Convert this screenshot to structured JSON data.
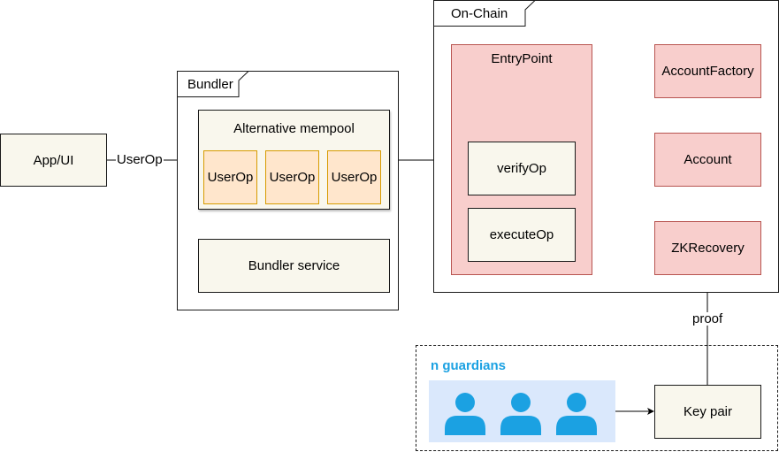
{
  "colors": {
    "stroke": "#1a1a1a",
    "cream": "#f9f7ed",
    "userop_fill": "#ffe6cc",
    "userop_border": "#d79b00",
    "onchain_fill": "#f8cecc",
    "onchain_border": "#b85450",
    "guardian_panel": "#dae8fc",
    "guardian_icon": "#1ba1e2",
    "guardian_title": "#1ba1e2"
  },
  "app": {
    "label": "App/UI"
  },
  "edges": {
    "app_to_bundler": "UserOp",
    "proof": "proof"
  },
  "bundler": {
    "title": "Bundler",
    "mempool": {
      "title": "Alternative mempool",
      "userops": [
        "UserOp",
        "UserOp",
        "UserOp"
      ]
    },
    "service": "Bundler service"
  },
  "onchain": {
    "title": "On-Chain",
    "entrypoint": {
      "title": "EntryPoint",
      "verify": "verifyOp",
      "execute": "executeOp"
    },
    "account_factory": "AccountFactory",
    "account": "Account",
    "zk_recovery": "ZKRecovery"
  },
  "guardians": {
    "title": "n guardians",
    "count_icons": 3,
    "icon": "user-icon"
  },
  "key_pair": "Key pair"
}
